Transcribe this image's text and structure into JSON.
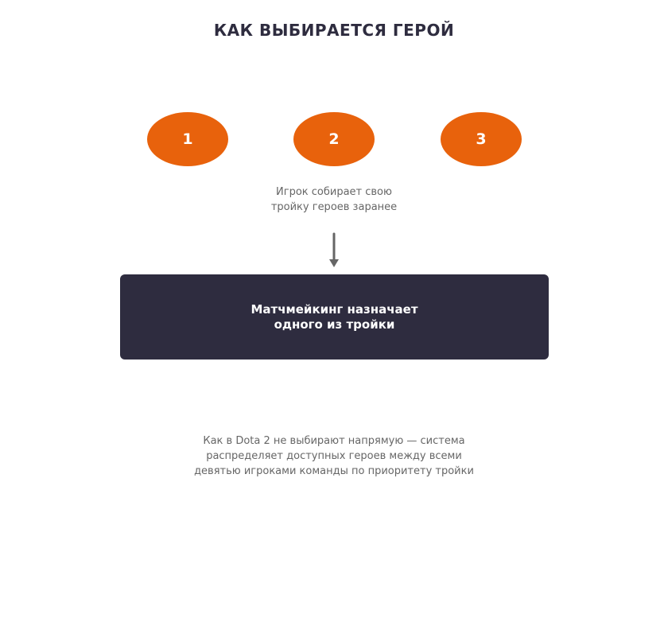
{
  "title": "КАК ВЫБИРАЕТСЯ ГЕРОЙ",
  "steps": [
    "1",
    "2",
    "3"
  ],
  "caption_top": {
    "line1": "Игрок собирает свою",
    "line2": "тройку героев заранее"
  },
  "result_box": {
    "line1": "Матчмейкинг назначает",
    "line2": "одного из тройки"
  },
  "footnote": {
    "line1": "Как в Dota 2 не выбирают напрямую — система",
    "line2": "распределяет доступных героев между всеми",
    "line3": "девятью игроками команды по приоритету тройки"
  },
  "colors": {
    "accent": "#e8620c",
    "dark": "#2e2c3f",
    "muted": "#666666"
  }
}
